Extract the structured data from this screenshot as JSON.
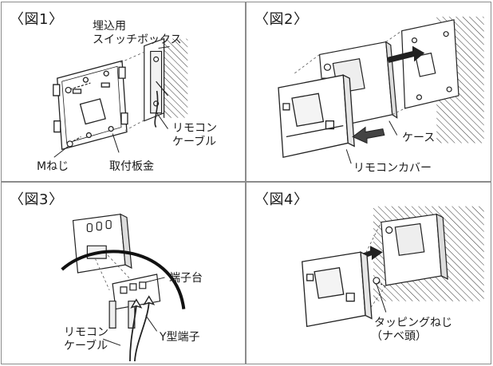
{
  "figures": [
    {
      "title": "〈図1〉",
      "labels": {
        "switch_box_1": "埋込用",
        "switch_box_2": "スイッチボックス",
        "cable_1": "リモコン",
        "cable_2": "ケーブル",
        "screw": "Mねじ",
        "plate": "取付板金"
      }
    },
    {
      "title": "〈図2〉",
      "labels": {
        "case": "ケース",
        "cover": "リモコンカバー"
      }
    },
    {
      "title": "〈図3〉",
      "labels": {
        "terminal_block": "端子台",
        "y_terminal": "Y型端子",
        "cable_1": "リモコン",
        "cable_2": "ケーブル"
      }
    },
    {
      "title": "〈図4〉",
      "labels": {
        "screw_1": "タッピングねじ",
        "screw_2": "（ナベ頭）"
      }
    }
  ]
}
